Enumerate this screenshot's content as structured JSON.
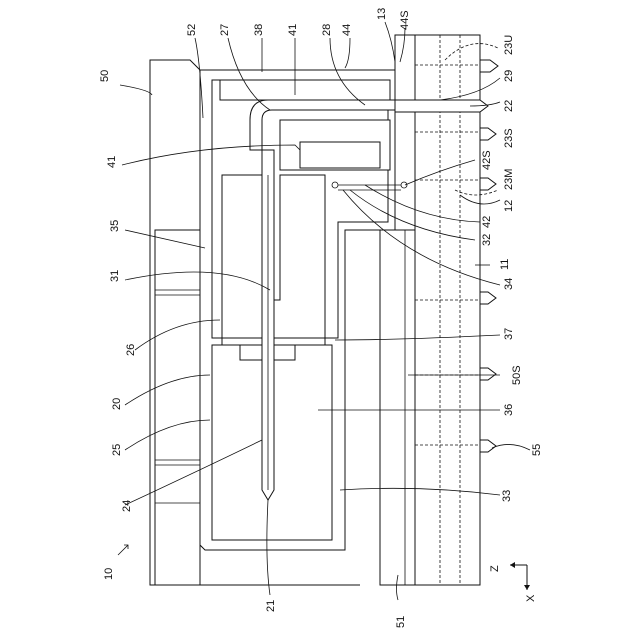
{
  "figure": {
    "title": "",
    "labels": {
      "l10": "10",
      "l13": "13",
      "l44S": "44S",
      "l23U": "23U",
      "l52": "52",
      "l27": "27",
      "l38": "38",
      "l41a": "41",
      "l28": "28",
      "l44": "44",
      "l29": "29",
      "l22": "22",
      "l50": "50",
      "l23S": "23S",
      "l42S": "42S",
      "l23M": "23M",
      "l41b": "41",
      "l12": "12",
      "l42": "42",
      "l35": "35",
      "l32": "32",
      "l11": "11",
      "l31": "31",
      "l34": "34",
      "l26": "26",
      "l37": "37",
      "l50S": "50S",
      "l20": "20",
      "l36": "36",
      "l25": "25",
      "l55": "55",
      "l24": "24",
      "l33": "33",
      "l21": "21",
      "l51": "51"
    },
    "axes": {
      "z": "Z",
      "x": "X"
    },
    "colors": {
      "line": "#111111",
      "background": "#ffffff"
    }
  }
}
